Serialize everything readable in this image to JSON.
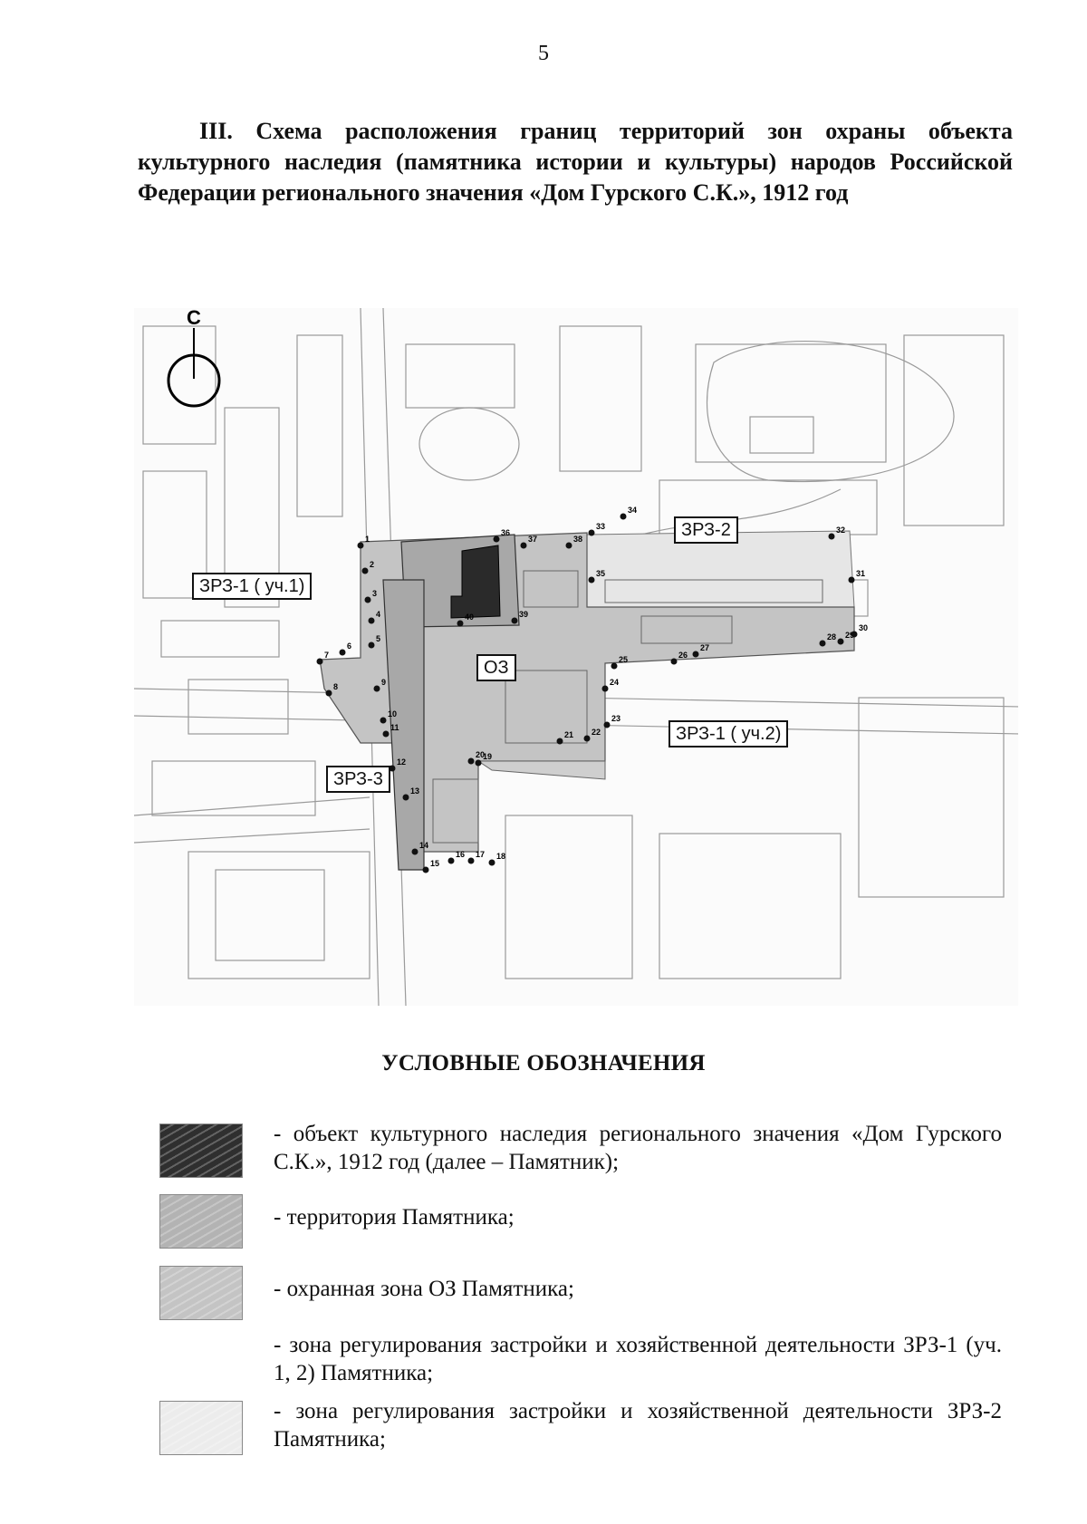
{
  "page_number": "5",
  "heading": "III. Схема расположения границ территорий зон охраны объекта культурного наследия (памятника истории и культуры) народов Российской Федерации регионального значения «Дом Гурского С.К.», 1912 год",
  "map": {
    "north_label": "С",
    "zone_labels": {
      "zrz1_1": "ЗРЗ-1 ( уч.1)",
      "zrz2": "ЗРЗ-2",
      "oz": "ОЗ",
      "zrz1_2": "ЗРЗ-1 ( уч.2)",
      "zrz3": "ЗРЗ-3"
    },
    "point_labels": [
      "1",
      "2",
      "3",
      "4",
      "5",
      "6",
      "7",
      "8",
      "9",
      "10",
      "11",
      "12",
      "13",
      "14",
      "15",
      "16",
      "17",
      "18",
      "19",
      "20",
      "21",
      "22",
      "23",
      "24",
      "25",
      "26",
      "27",
      "28",
      "29",
      "30",
      "31",
      "32",
      "33",
      "34",
      "35",
      "36",
      "37",
      "38",
      "39",
      "40"
    ],
    "colors": {
      "monument": "#2a2a2a",
      "territory": "#a8a8a8",
      "protection_zone": "#bfbfbf",
      "zrz2": "#e6e6e6",
      "map_lines": "#999999"
    }
  },
  "legend": {
    "title": "УСЛОВНЫЕ ОБОЗНАЧЕНИЯ",
    "items": [
      {
        "text": "- объект культурного наследия регионального значения «Дом Гурского С.К.», 1912 год (далее – Памятник);",
        "swatch_color": "#2f2f2f"
      },
      {
        "text": "- территория Памятника;",
        "swatch_color": "#b3b3b3"
      },
      {
        "text": "- охранная зона ОЗ Памятника;",
        "swatch_color": "#c4c4c4"
      },
      {
        "text": "- зона регулирования застройки и хозяйственной деятельности ЗРЗ-1 (уч. 1, 2) Памятника;",
        "swatch_color": ""
      },
      {
        "text": "- зона регулирования застройки и хозяйственной деятельности ЗРЗ-2 Памятника;",
        "swatch_color": "#ececec"
      }
    ]
  }
}
